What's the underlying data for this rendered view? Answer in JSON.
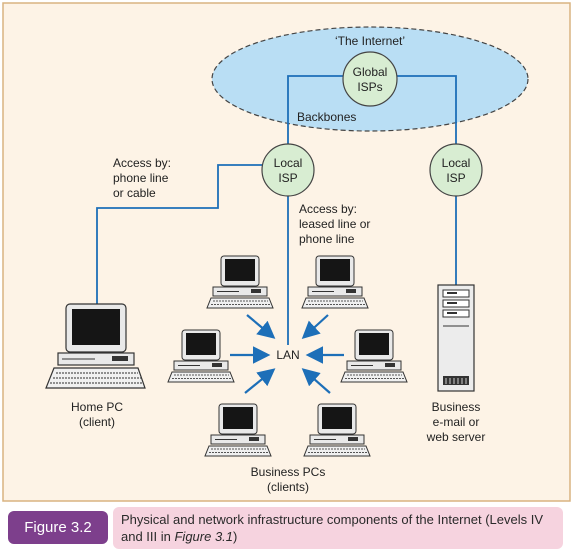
{
  "internet": {
    "label": "‘The Internet’"
  },
  "global_isps": {
    "line1": "Global",
    "line2": "ISPs"
  },
  "backbones": "Backbones",
  "local_isp_left": {
    "line1": "Local",
    "line2": "ISP"
  },
  "local_isp_right": {
    "line1": "Local",
    "line2": "ISP"
  },
  "access_home": {
    "line1": "Access by:",
    "line2": "phone line",
    "line3": "or cable"
  },
  "access_lan": {
    "line1": "Access by:",
    "line2": "leased line or",
    "line3": "phone line"
  },
  "lan": "LAN",
  "home_pc": {
    "line1": "Home PC",
    "line2": "(client)"
  },
  "business_pcs": {
    "line1": "Business PCs",
    "line2": "(clients)"
  },
  "server": {
    "line1": "Business",
    "line2": "e-mail or",
    "line3": "web server"
  },
  "figure": {
    "label": "Figure 3.2",
    "caption_main": "Physical and network infrastructure components of the Internet (Levels IV and III in ",
    "caption_ref": "Figure 3.1",
    "caption_end": ")"
  },
  "colors": {
    "background": "#fdf3e6",
    "border": "#d9b380",
    "internet_fill": "#b9def4",
    "isp_fill": "#d8edd2",
    "line": "#1d6fb8",
    "caption_label": "#7d3f8c",
    "caption_fill": "#f6d3df"
  }
}
